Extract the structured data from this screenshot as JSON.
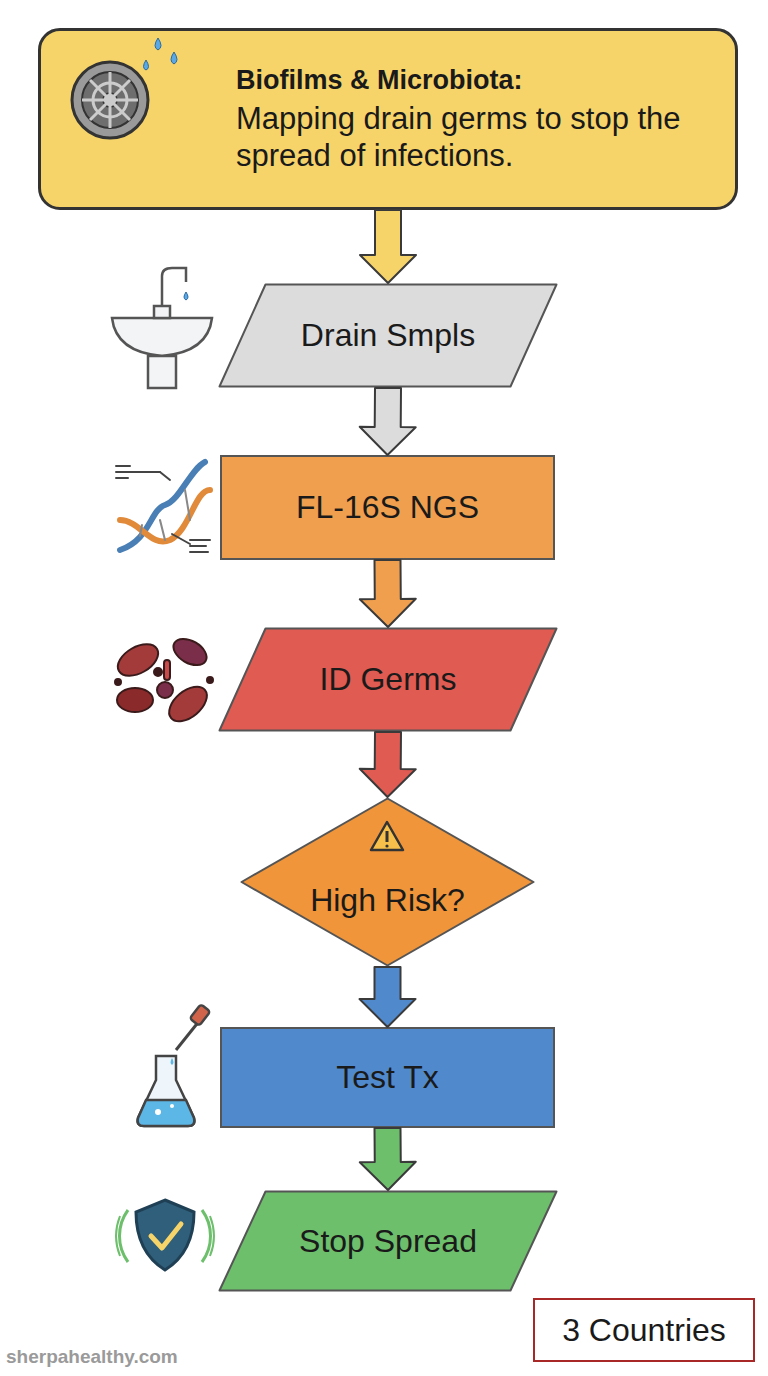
{
  "diagram": {
    "nodes": [
      {
        "text": [
          "Biofilms & Microbiota:",
          "Mapping drain germs to stop the spread of infections."
        ]
      },
      {
        "text": [
          "Drain Smpls"
        ]
      },
      {
        "text": [
          "FL-16S NGS"
        ]
      },
      {
        "text": [
          "ID Germs"
        ]
      },
      {
        "text": [
          "High Risk?"
        ]
      },
      {
        "text": [
          "Test Tx"
        ]
      },
      {
        "text": [
          "Stop Spread"
        ]
      },
      {
        "text": [
          "3 Countries"
        ]
      }
    ],
    "edges": [
      {
        "from": 0,
        "to": 1,
        "arrow": "to"
      },
      {
        "from": 1,
        "to": 2,
        "arrow": "to"
      },
      {
        "from": 2,
        "to": 3,
        "arrow": "to"
      },
      {
        "from": 3,
        "to": 4,
        "arrow": "to"
      },
      {
        "from": 4,
        "to": 5,
        "arrow": "to"
      },
      {
        "from": 5,
        "to": 6,
        "arrow": "to"
      }
    ],
    "labels": [
      "sherpahealthy.com"
    ]
  }
}
